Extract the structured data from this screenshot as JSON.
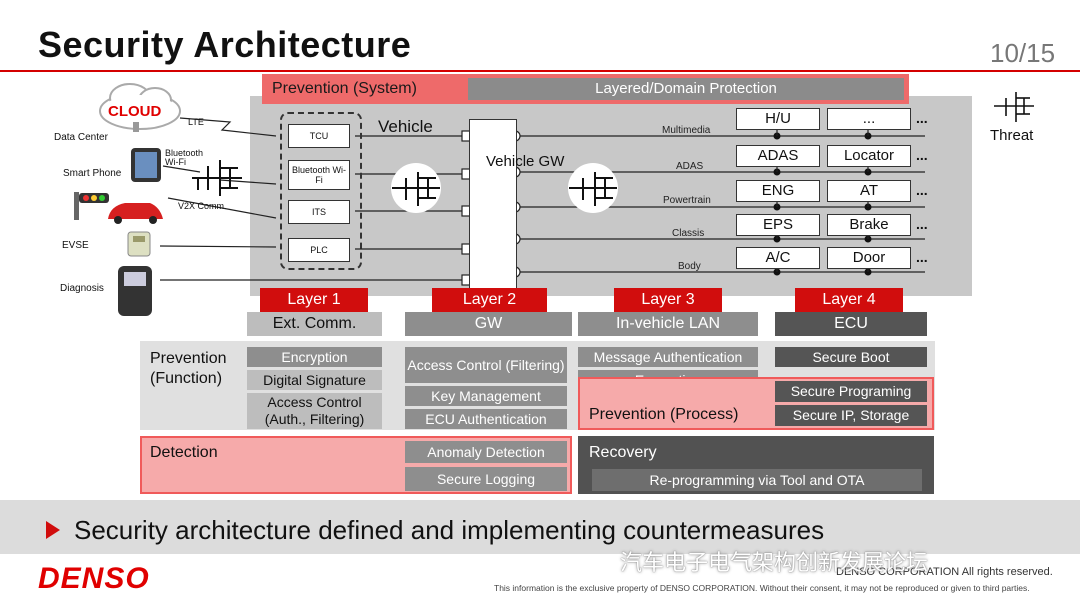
{
  "header": {
    "title": "Security Architecture",
    "page": "10/15"
  },
  "prevention_system": {
    "label": "Prevention (System)",
    "bar": "Layered/Domain Protection"
  },
  "vehicle": {
    "label": "Vehicle",
    "gw_label": "Vehicle GW",
    "units": [
      "TCU",
      "Bluetooth Wi-Fi",
      "ITS",
      "PLC"
    ],
    "buses": [
      "Multimedia",
      "ADAS",
      "Powertrain",
      "Classis",
      "Body"
    ],
    "ecus": [
      [
        "H/U",
        "..."
      ],
      [
        "ADAS",
        "Locator"
      ],
      [
        "ENG",
        "AT"
      ],
      [
        "EPS",
        "Brake"
      ],
      [
        "A/C",
        "Door"
      ]
    ],
    "ellipsis": "..."
  },
  "external": {
    "cloud": "CLOUD",
    "data_center": "Data Center",
    "lte": "LTE",
    "smart_phone": "Smart Phone",
    "bt_wifi": "Bluetooth Wi-Fi",
    "v2x": "V2X Comm.",
    "evse": "EVSE",
    "diagnosis": "Diagnosis"
  },
  "threat": {
    "label": "Threat"
  },
  "layers": [
    {
      "name": "Layer 1",
      "sub": "Ext. Comm."
    },
    {
      "name": "Layer 2",
      "sub": "GW"
    },
    {
      "name": "Layer 3",
      "sub": "In-vehicle LAN"
    },
    {
      "name": "Layer 4",
      "sub": "ECU"
    }
  ],
  "prevention_function": {
    "label": "Prevention (Function)",
    "layer1": [
      "Encryption",
      "Digital Signature",
      "Access Control (Auth., Filtering)"
    ],
    "layer2": [
      "Access Control (Filtering)",
      "Key Management",
      "ECU Authentication"
    ],
    "layer3": [
      "Message Authentication",
      "Encryption"
    ],
    "layer4": [
      "Secure Boot"
    ]
  },
  "prevention_process": {
    "label": "Prevention (Process)",
    "items": [
      "Secure Programing",
      "Secure IP, Storage"
    ]
  },
  "detection": {
    "label": "Detection",
    "items": [
      "Anomaly Detection",
      "Secure Logging"
    ]
  },
  "recovery": {
    "label": "Recovery",
    "item": "Re-programming via Tool and OTA"
  },
  "footer": {
    "headline": "Security architecture defined and implementing countermeasures",
    "brand": "DENSO",
    "copyright": "DENSO CORPORATION All rights reserved.",
    "notice": "This information is the exclusive property of DENSO CORPORATION. Without their consent, it may not be reproduced or given to third parties.",
    "watermark": "汽车电子电气架构创新发展论坛"
  },
  "colors": {
    "accent_red": "#d10d0d",
    "prevention_pink": "#ee6a6a",
    "gray": "#8e8e8e",
    "dark_gray": "#555555"
  }
}
